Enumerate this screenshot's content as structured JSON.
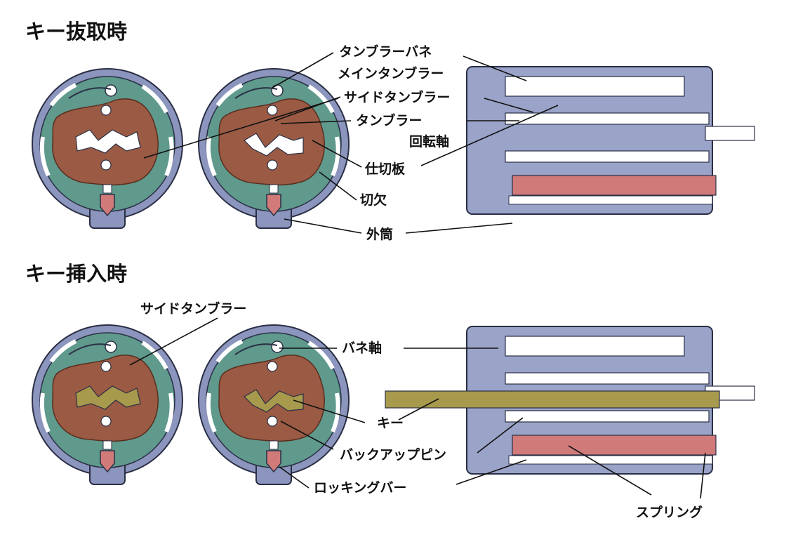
{
  "titles": {
    "removed": "キー抜取時",
    "inserted": "キー挿入時"
  },
  "labels": {
    "tumbler_spring": "タンブラーバネ",
    "main_tumbler": "メインタンブラー",
    "side_tumbler": "サイドタンブラー",
    "tumbler": "タンブラー",
    "rotation_shaft": "回転軸",
    "partition_plate": "仕切板",
    "notch": "切欠",
    "outer_cylinder": "外筒",
    "side_tumbler_2": "サイドタンブラー",
    "spring_shaft": "バネ軸",
    "key": "キー",
    "backup_pin": "バックアップピン",
    "locking_bar": "ロッキングバー",
    "spring": "スプリング"
  },
  "colors": {
    "housing": "#8b95bd",
    "housing_inner": "#9aa3c8",
    "housing_edge": "#2b2f45",
    "plug": "#5f9a8c",
    "tumbler": "#9a5a43",
    "tumbler_light": "#b87c66",
    "key": "#a79a4c",
    "locking_bar": "#d07a7a",
    "slot": "#ffffff"
  }
}
